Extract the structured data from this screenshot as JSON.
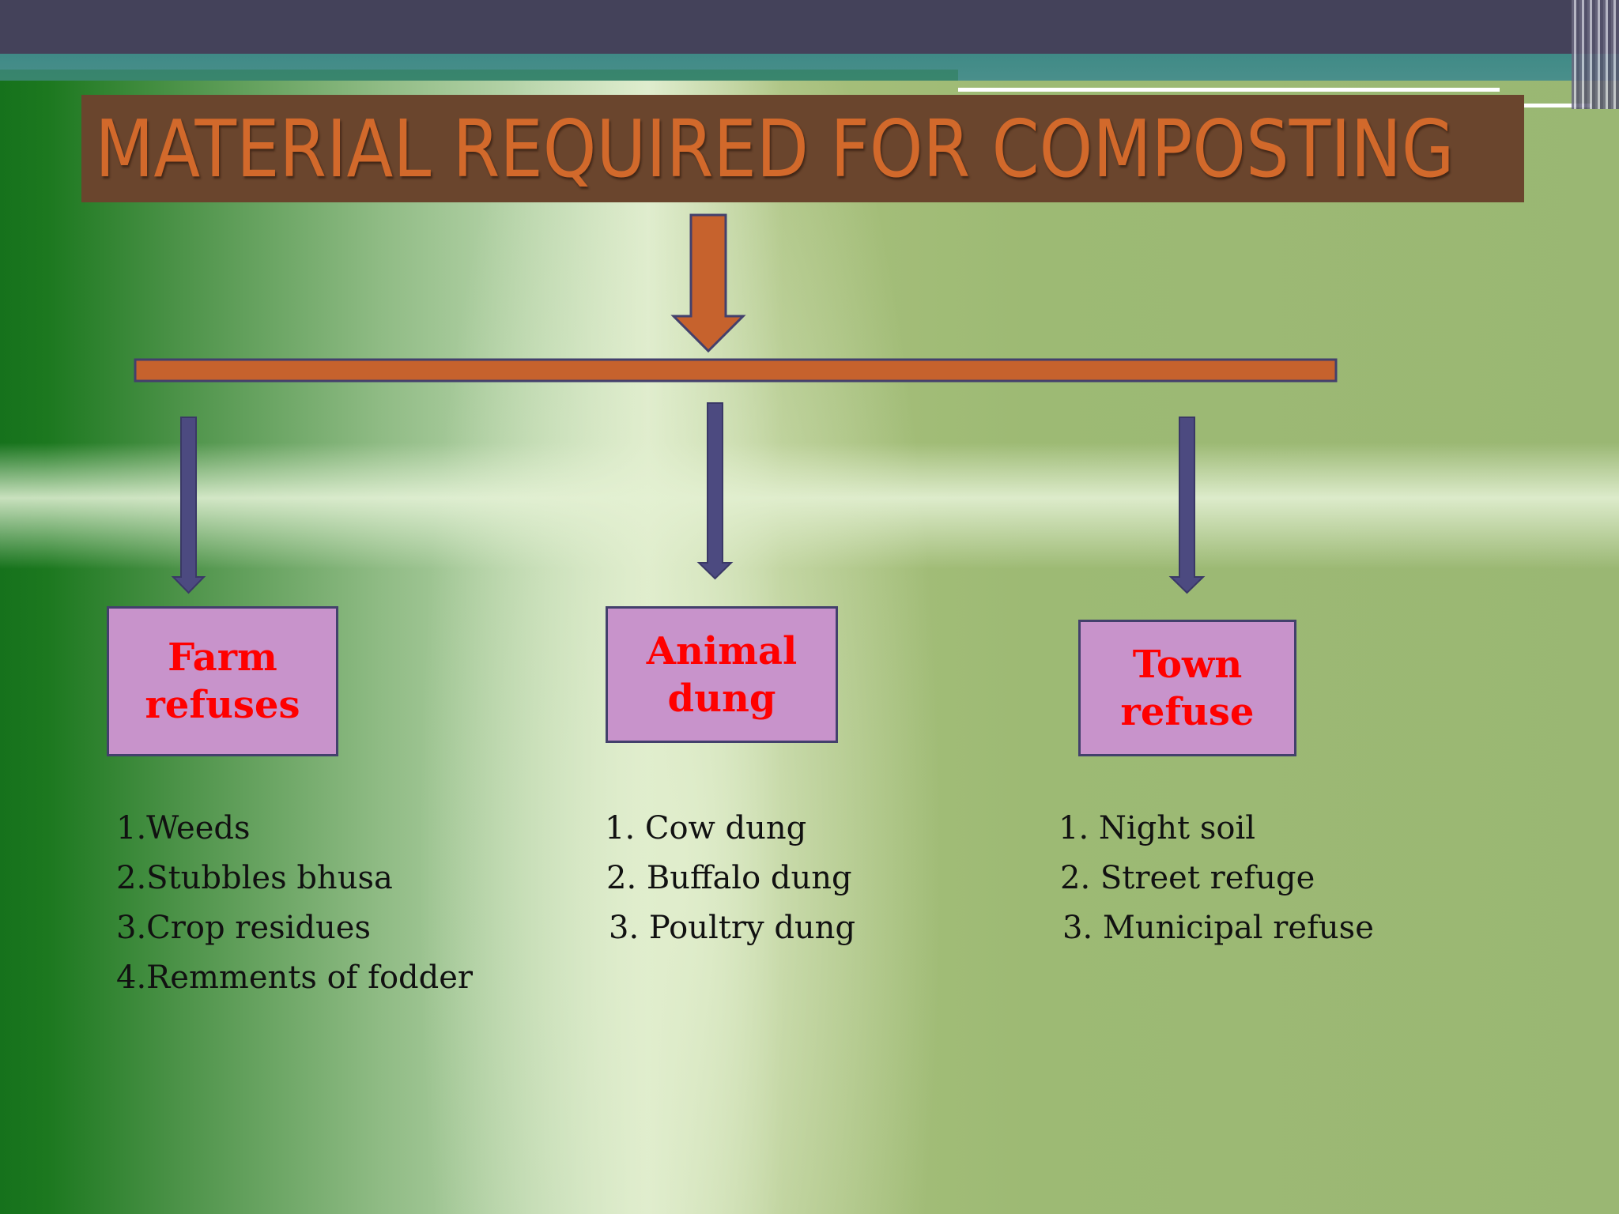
{
  "title": "MATERIAL REQUIRED FOR COMPOSTING",
  "colors": {
    "title_band": "#6a452d",
    "title_text": "#d2692b",
    "orange_arrow": "#c6622d",
    "blue_arrow": "#4c4a80",
    "box_fill": "#c893cb",
    "box_text": "#ff0000"
  },
  "categories": [
    {
      "label_line1": "Farm",
      "label_line2": "refuses",
      "items": [
        "1.Weeds",
        "2.Stubbles bhusa",
        "3.Crop residues",
        "4.Remments of fodder"
      ]
    },
    {
      "label_line1": "Animal",
      "label_line2": "dung",
      "items": [
        "1. Cow dung",
        "2. Buffalo dung",
        "3. Poultry dung"
      ]
    },
    {
      "label_line1": "Town",
      "label_line2": "refuse",
      "items": [
        "1. Night soil",
        "2. Street refuge",
        "3. Municipal refuse"
      ]
    }
  ]
}
